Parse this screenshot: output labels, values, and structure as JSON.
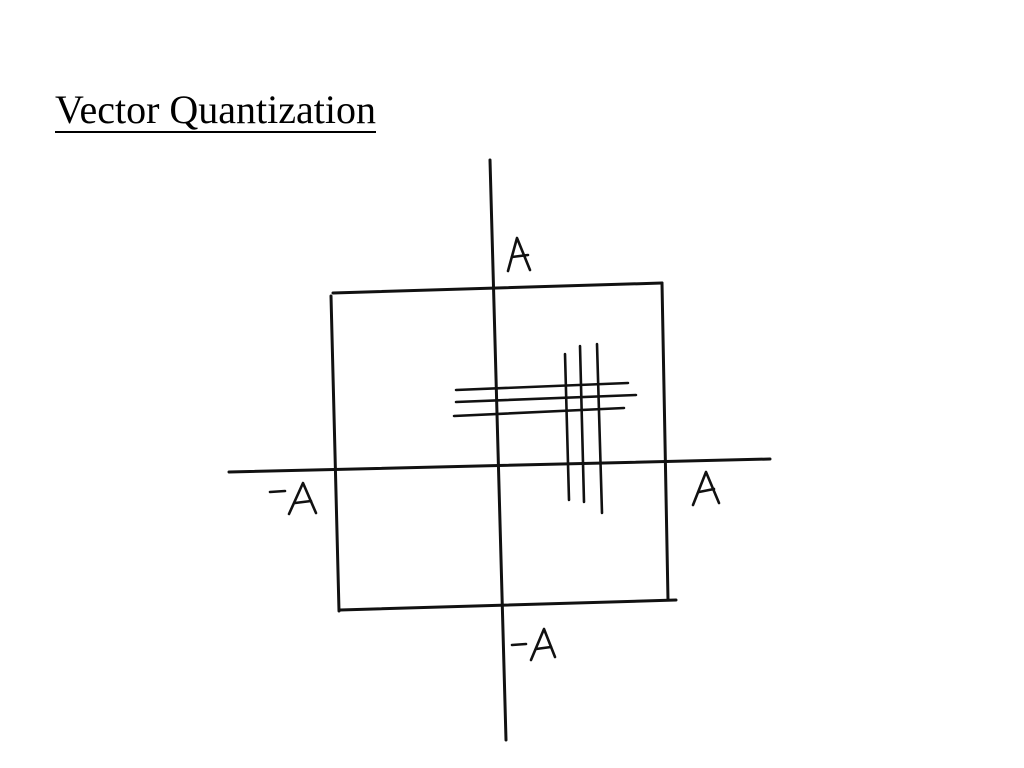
{
  "slide": {
    "title": "Vector Quantization"
  },
  "diagram": {
    "labels": {
      "top": "A",
      "right": "A",
      "left": "-A",
      "bottom": "-A"
    }
  }
}
